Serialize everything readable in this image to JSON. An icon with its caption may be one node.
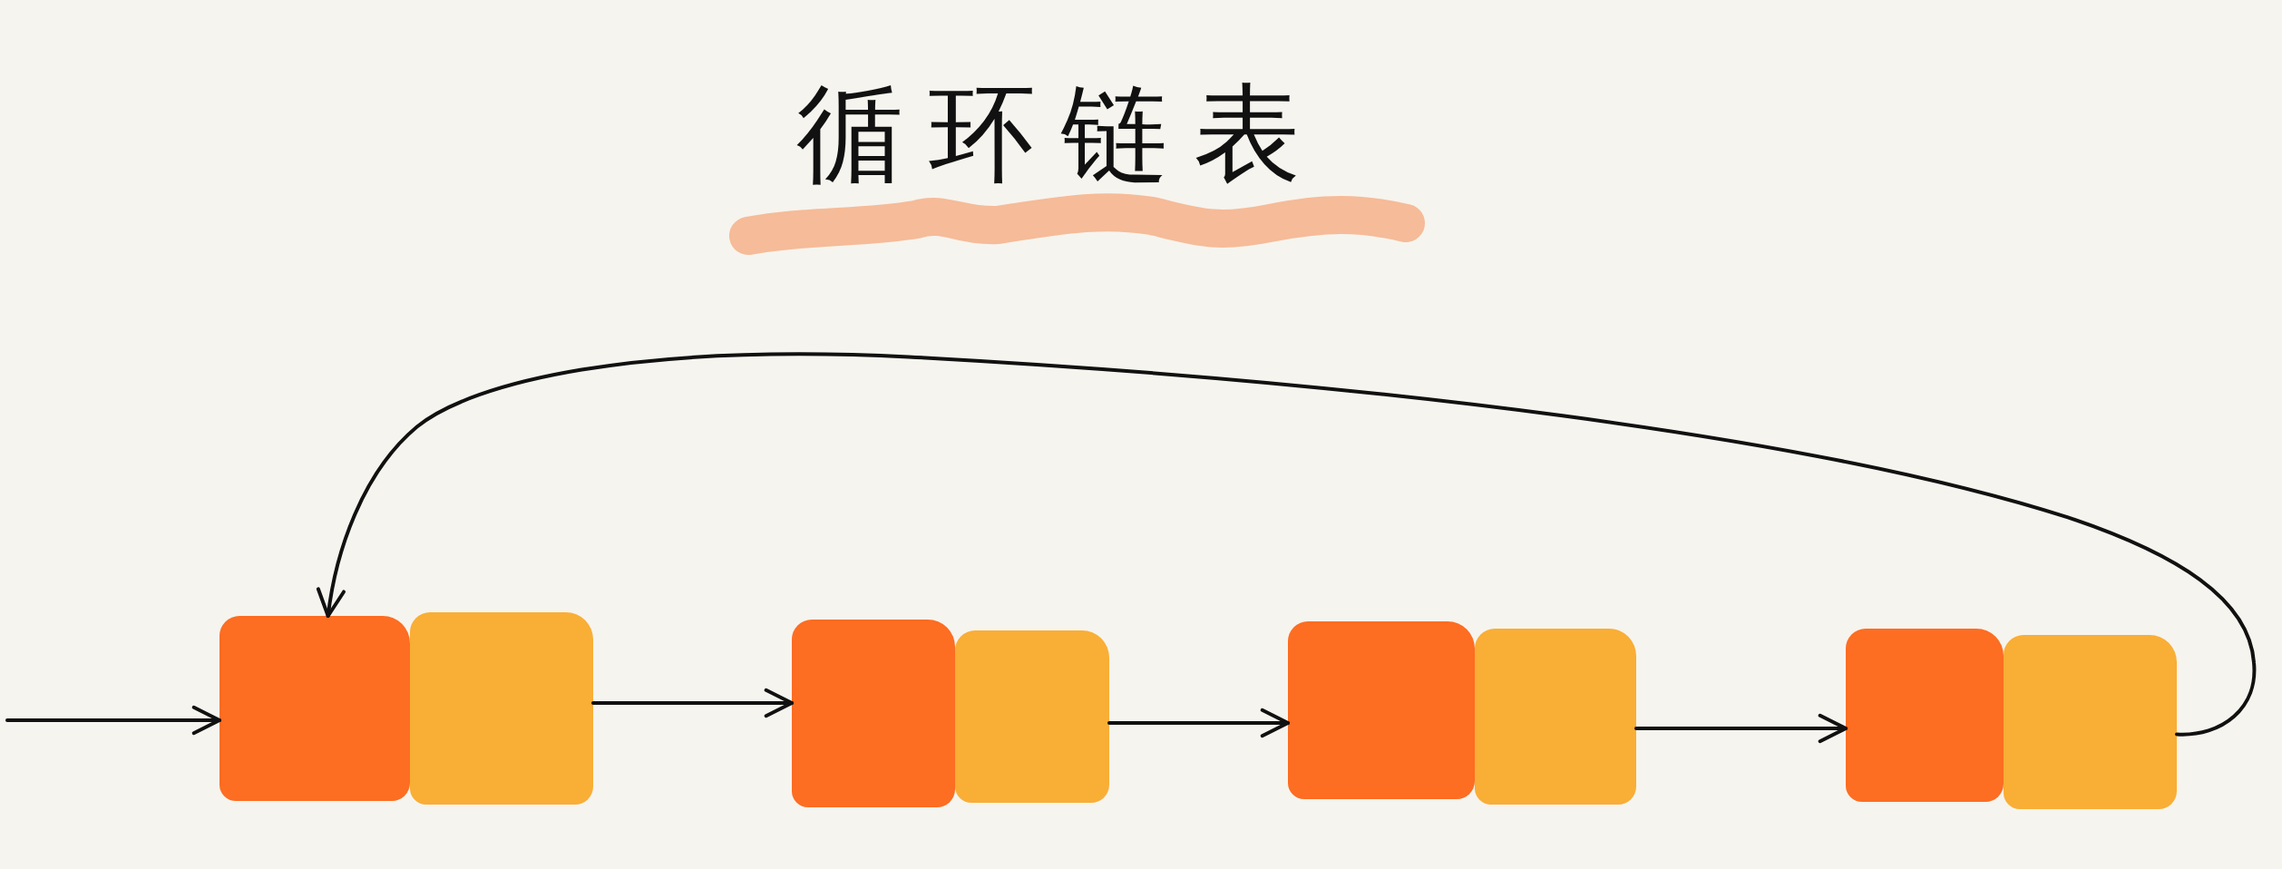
{
  "diagram": {
    "title": "循环链表",
    "nodes": [
      {
        "text": [],
        "shape": "box"
      },
      {
        "text": [],
        "shape": "box"
      },
      {
        "text": [],
        "shape": "box"
      },
      {
        "text": [],
        "shape": "box"
      },
      {
        "text": [],
        "shape": "box"
      },
      {
        "text": [],
        "shape": "box"
      },
      {
        "text": [],
        "shape": "box"
      },
      {
        "text": [],
        "shape": "box"
      }
    ],
    "edges": [
      {
        "from": null,
        "to": 0,
        "arrow": "to"
      },
      {
        "from": 1,
        "to": 2,
        "arrow": "to"
      },
      {
        "from": 3,
        "to": 4,
        "arrow": "to"
      },
      {
        "from": 5,
        "to": 6,
        "arrow": "to"
      },
      {
        "from": 7,
        "to": 0,
        "arrow": "to"
      }
    ]
  }
}
